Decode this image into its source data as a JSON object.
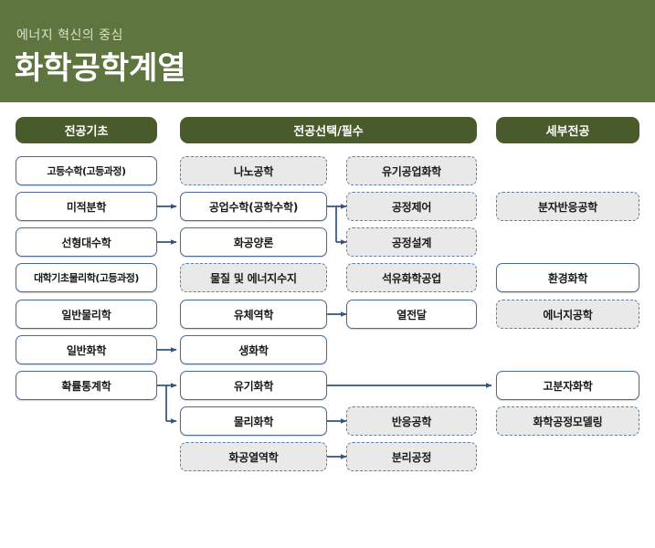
{
  "banner": {
    "subtitle": "에너지 혁신의 중심",
    "title": "화학공학계열",
    "bg_color": "#5f7540"
  },
  "palette": {
    "header_pill": "#4a5b2b",
    "solid_border": "#4a6b96",
    "dashed_border": "#5f7fa6",
    "dashed_fill": "#e9e9e9",
    "arrow": "#31557f",
    "text": "#1a1a1a"
  },
  "columns": [
    {
      "id": "major-basics",
      "header": "전공기초"
    },
    {
      "id": "major-elective-required",
      "header": "전공선택/필수"
    },
    {
      "id": "specialization",
      "header": "세부전공"
    }
  ],
  "nodes": {
    "basics": [
      {
        "label": "고등수학(고등과정)",
        "style": "solid"
      },
      {
        "label": "미적분학",
        "style": "solid"
      },
      {
        "label": "선형대수학",
        "style": "solid"
      },
      {
        "label": "대학기초물리학(고등과정)",
        "style": "solid"
      },
      {
        "label": "일반물리학",
        "style": "solid"
      },
      {
        "label": "일반화학",
        "style": "solid"
      },
      {
        "label": "확률통계학",
        "style": "solid"
      }
    ],
    "core_left": [
      {
        "label": "나노공학",
        "style": "dashed"
      },
      {
        "label": "공업수학(공학수학)",
        "style": "solid"
      },
      {
        "label": "화공양론",
        "style": "solid"
      },
      {
        "label": "물질 및 에너지수지",
        "style": "dashed"
      },
      {
        "label": "유체역학",
        "style": "solid"
      },
      {
        "label": "생화학",
        "style": "solid"
      },
      {
        "label": "유기화학",
        "style": "solid"
      },
      {
        "label": "물리화학",
        "style": "solid"
      },
      {
        "label": "화공열역학",
        "style": "dashed"
      }
    ],
    "core_right": [
      {
        "label": "유기공업화학",
        "style": "dashed"
      },
      {
        "label": "공정제어",
        "style": "dashed"
      },
      {
        "label": "공정설계",
        "style": "dashed"
      },
      {
        "label": "석유화학공업",
        "style": "dashed"
      },
      {
        "label": "열전달",
        "style": "solid"
      },
      {
        "label": "반응공학",
        "style": "dashed"
      },
      {
        "label": "분리공정",
        "style": "dashed"
      }
    ],
    "specialization": [
      {
        "label": "분자반응공학",
        "style": "dashed"
      },
      {
        "label": "환경화학",
        "style": "solid"
      },
      {
        "label": "에너지공학",
        "style": "dashed"
      },
      {
        "label": "고분자화학",
        "style": "solid"
      },
      {
        "label": "화학공정모델링",
        "style": "dashed"
      }
    ]
  },
  "connections": [
    {
      "from": "미적분학",
      "to": "공업수학(공학수학)"
    },
    {
      "from": "선형대수학",
      "to": "화공양론"
    },
    {
      "from": "일반화학",
      "to": "생화학"
    },
    {
      "from": "확률통계학",
      "to": "유기화학"
    },
    {
      "from": "확률통계학",
      "to": "물리화학"
    },
    {
      "from": "공업수학(공학수학)",
      "to": "공정제어"
    },
    {
      "from": "공업수학(공학수학)",
      "to": "공정설계"
    },
    {
      "from": "유체역학",
      "to": "열전달"
    },
    {
      "from": "유기화학",
      "to": "고분자화학"
    },
    {
      "from": "물리화학",
      "to": "반응공학"
    },
    {
      "from": "화공열역학",
      "to": "분리공정"
    }
  ]
}
